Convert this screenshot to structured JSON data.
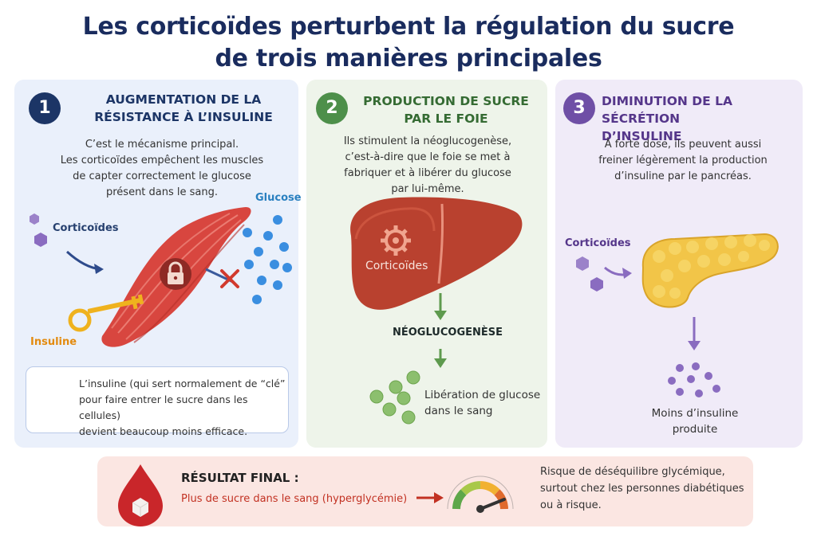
{
  "title": {
    "line1": "Les corticoïdes perturbent la régulation du sucre",
    "line2": "de trois manières principales"
  },
  "panels": [
    {
      "number": "1",
      "title_line1": "AUGMENTATION DE LA",
      "title_line2": "RÉSISTANCE À L’INSULINE",
      "text": [
        "C’est le mécanisme principal.",
        "Les corticoïdes empêchent les muscles",
        "de capter correctement le glucose",
        "présent dans le sang."
      ],
      "label_glucose": "Glucose",
      "label_cortico": "Corticoïdes",
      "label_insuline": "Insuline",
      "callout": [
        "L’insuline (qui sert normalement de “clé”",
        "pour faire entrer le sucre dans les cellules)",
        "devient beaucoup moins efficace."
      ],
      "icons": [
        "lock-icon",
        "key-icon",
        "muscle-illustration",
        "cross-icon"
      ]
    },
    {
      "number": "2",
      "title_line1": "PRODUCTION DE SUCRE",
      "title_line2": "PAR LE FOIE",
      "text": [
        "Ils stimulent la néoglucogenèse,",
        "c’est-à-dire que le foie se met à",
        "fabriquer et à libérer du glucose",
        "par lui-même."
      ],
      "label_liver": "Corticoïdes",
      "label_process": "NÉOGLUCOGENÈSE",
      "label_release": [
        "Libération de glucose",
        "dans le sang"
      ],
      "icons": [
        "liver-illustration",
        "gear-icon"
      ]
    },
    {
      "number": "3",
      "title_line1": "DIMINUTION DE LA",
      "title_line2": "SÉCRÉTION D’INSULINE",
      "text": [
        "À forte dose, ils peuvent aussi",
        "freiner légèrement la production",
        "d’insuline par le pancréas."
      ],
      "label_cortico": "Corticoïdes",
      "label_less": [
        "Moins d’insuline",
        "produite"
      ],
      "icons": [
        "pancreas-illustration"
      ]
    }
  ],
  "result": {
    "title": "RÉSULTAT FINAL :",
    "subtitle": "Plus de sucre dans le sang (hyperglycémie)",
    "risk": [
      "Risque de déséquilibre glycémique,",
      "surtout chez les personnes diabétiques",
      "ou à risque."
    ],
    "icons": [
      "blood-drop-icon",
      "gauge-icon"
    ]
  },
  "colors": {
    "navy": "#1a2c5e",
    "green": "#4d8f4a",
    "purple": "#6f4fa6",
    "red": "#c23122",
    "orange": "#e38b10",
    "glucose_blue": "#3a8ee0"
  }
}
